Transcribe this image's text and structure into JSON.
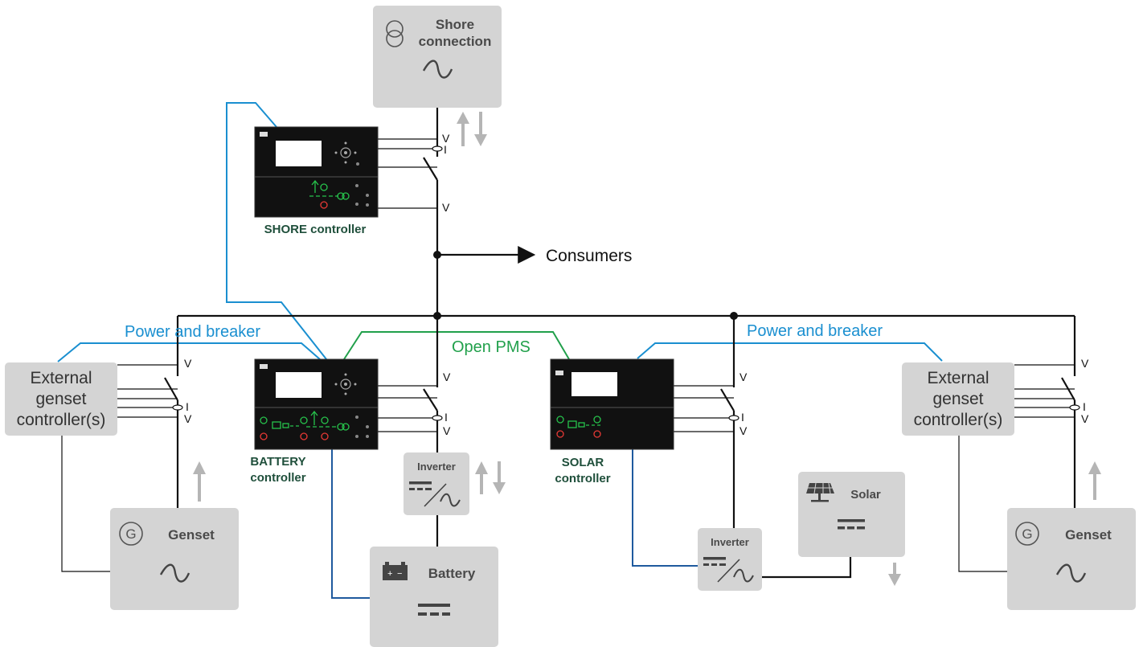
{
  "shore": {
    "title_line1": "Shore",
    "title_line2": "connection"
  },
  "controllers": {
    "shore": "SHORE controller",
    "battery_line1": "BATTERY",
    "battery_line2": "controller",
    "solar_line1": "SOLAR",
    "solar_line2": "controller"
  },
  "labels": {
    "consumers": "Consumers",
    "power_breaker_left": "Power and breaker",
    "power_breaker_right": "Power and breaker",
    "open_pms": "Open PMS"
  },
  "external_left": {
    "line1": "External",
    "line2": "genset",
    "line3": "controller(s)"
  },
  "external_right": {
    "line1": "External",
    "line2": "genset",
    "line3": "controller(s)"
  },
  "genset_left": "Genset",
  "genset_right": "Genset",
  "inverter_battery": "Inverter",
  "inverter_solar": "Inverter",
  "battery": "Battery",
  "solar": "Solar",
  "measure": {
    "v": "V",
    "i": "I"
  },
  "colors": {
    "bus": "#111111",
    "comm_blue": "#1a8fd0",
    "dc_blue": "#1f5a9e",
    "open_pms_green": "#21a04b",
    "box_gray": "#d4d4d4",
    "controller_black": "#111111"
  },
  "icons": [
    "transformer-icon",
    "sine-wave-icon",
    "generator-icon",
    "battery-icon",
    "solar-panel-icon",
    "dc-symbol-icon",
    "dc-ac-converter-icon"
  ]
}
